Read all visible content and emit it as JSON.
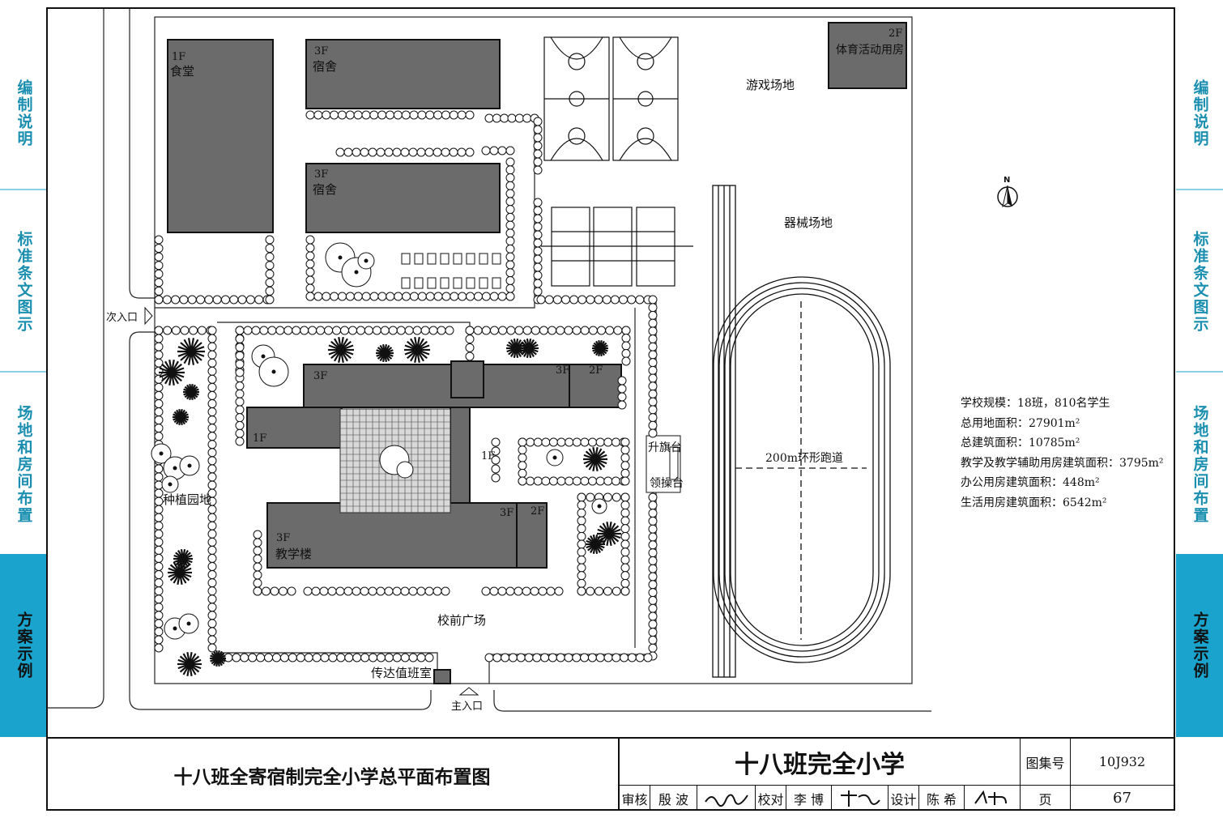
{
  "side_tabs": {
    "items": [
      {
        "label": "编制说明",
        "active": false
      },
      {
        "label": "标准条文图示",
        "active": false
      },
      {
        "label": "场地和房间布置",
        "active": false
      },
      {
        "label": "方案示例",
        "active": true
      }
    ],
    "colors": {
      "light_text": "#1b8fb0",
      "active_bg": "#1aa3cc"
    }
  },
  "plan_labels": {
    "canteen_floor": "1F",
    "canteen": "食堂",
    "dorm1_floor": "3F",
    "dorm1": "宿舍",
    "dorm2_floor": "3F",
    "dorm2": "宿舍",
    "gym_floor": "2F",
    "gym": "体育活动用房",
    "play_area": "游戏场地",
    "equipment_area": "器械场地",
    "north": "N",
    "secondary_entrance": "次入口",
    "garden": "种植园地",
    "block_a_floor": "3F",
    "block_b_floor1": "3F",
    "block_b_floor2": "2F",
    "block_c_floor": "1F",
    "block_d_floor": "1F",
    "block_e_floor1": "3F",
    "block_e_floor2": "2F",
    "teaching_floor": "3F",
    "teaching": "教学楼",
    "flag_platform": "升旗台",
    "lead_platform": "领操台",
    "track": "200m环形跑道",
    "front_plaza": "校前广场",
    "guard_room": "传达值班室",
    "main_entrance": "主入口"
  },
  "stats": [
    "学校规模：18班，810名学生",
    "总用地面积：27901m²",
    "总建筑面积：10785m²",
    "教学及教学辅助用房建筑面积：3795m²",
    "办公用房建筑面积：448m²",
    "生活用房建筑面积：6542m²"
  ],
  "title_block": {
    "drawing_title": "十八班全寄宿制完全小学总平面布置图",
    "project_title": "十八班完全小学",
    "atlas_label": "图集号",
    "atlas_no": "10J932",
    "page_label": "页",
    "page_no": "67",
    "review_label": "审核",
    "reviewer": "殷 波",
    "check_label": "校对",
    "checker": "李 博",
    "design_label": "设计",
    "designer": "陈 希"
  }
}
